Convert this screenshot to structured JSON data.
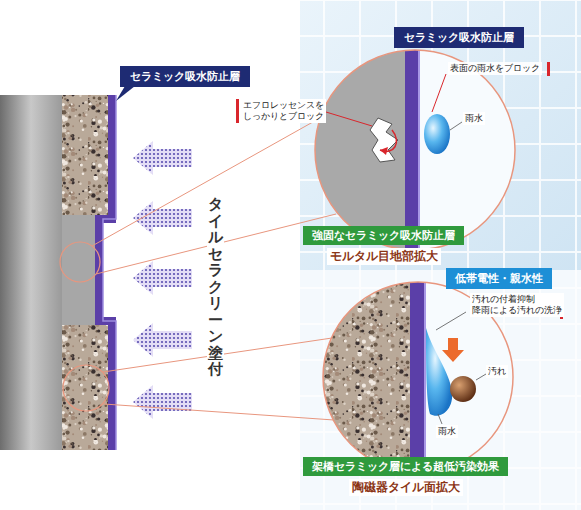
{
  "diagram": {
    "nodes": [
      {
        "text": [
          "セラミック吸水防止層"
        ]
      },
      {
        "text": [
          "セラミック吸水防止層"
        ]
      },
      {
        "text": [
          "強固なセラミック吸水防止層",
          "モルタル目地部拡大"
        ]
      },
      {
        "text": [
          "低帯電性・親水性"
        ]
      },
      {
        "text": [
          "架橋セラミック層による超低汚染効果",
          "陶磁器タイル面拡大"
        ]
      }
    ],
    "labels": [
      "タイルセラクリーン塗付",
      "エフロレッセンスを しっかりとブロック",
      "表面の雨水をブロック",
      "雨水",
      "汚れの付着抑制 降雨による汚れの洗浄",
      "汚れ",
      "雨水"
    ]
  }
}
